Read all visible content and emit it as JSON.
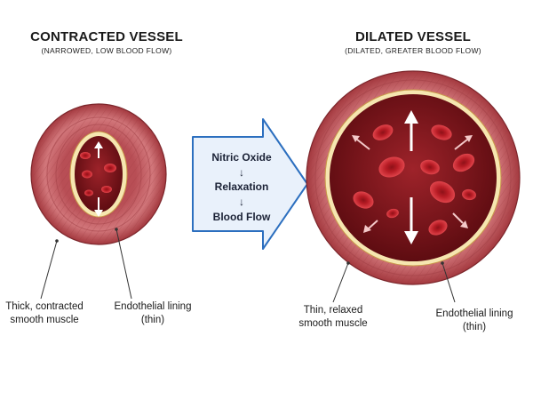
{
  "left": {
    "title": "CONTRACTED VESSEL",
    "subtitle": "(NARROWED, LOW BLOOD FLOW)",
    "label_muscle_line1": "Thick, contracted",
    "label_muscle_line2": "smooth muscle",
    "label_endo_line1": "Endothelial lining",
    "label_endo_line2": "(thin)"
  },
  "right": {
    "title": "DILATED VESSEL",
    "subtitle": "(DILATED, GREATER BLOOD FLOW)",
    "label_muscle_line1": "Thin, relaxed",
    "label_muscle_line2": "smooth muscle",
    "label_endo_line1": "Endothelial lining",
    "label_endo_line2": "(thin)"
  },
  "process": {
    "step1": "Nitric Oxide",
    "arrow1": "↓",
    "step2": "Relaxation",
    "arrow2": "↓",
    "step3": "Blood Flow"
  },
  "colors": {
    "muscle": "#c9666b",
    "muscle_dark": "#8f2e33",
    "lumen": "#8e1b21",
    "lumen_dark": "#5e0c11",
    "endothelium": "#f6e6b0",
    "rbc": "#c8202a",
    "arrow_fill": "#e9f1fb",
    "arrow_stroke": "#2c6fbf"
  }
}
